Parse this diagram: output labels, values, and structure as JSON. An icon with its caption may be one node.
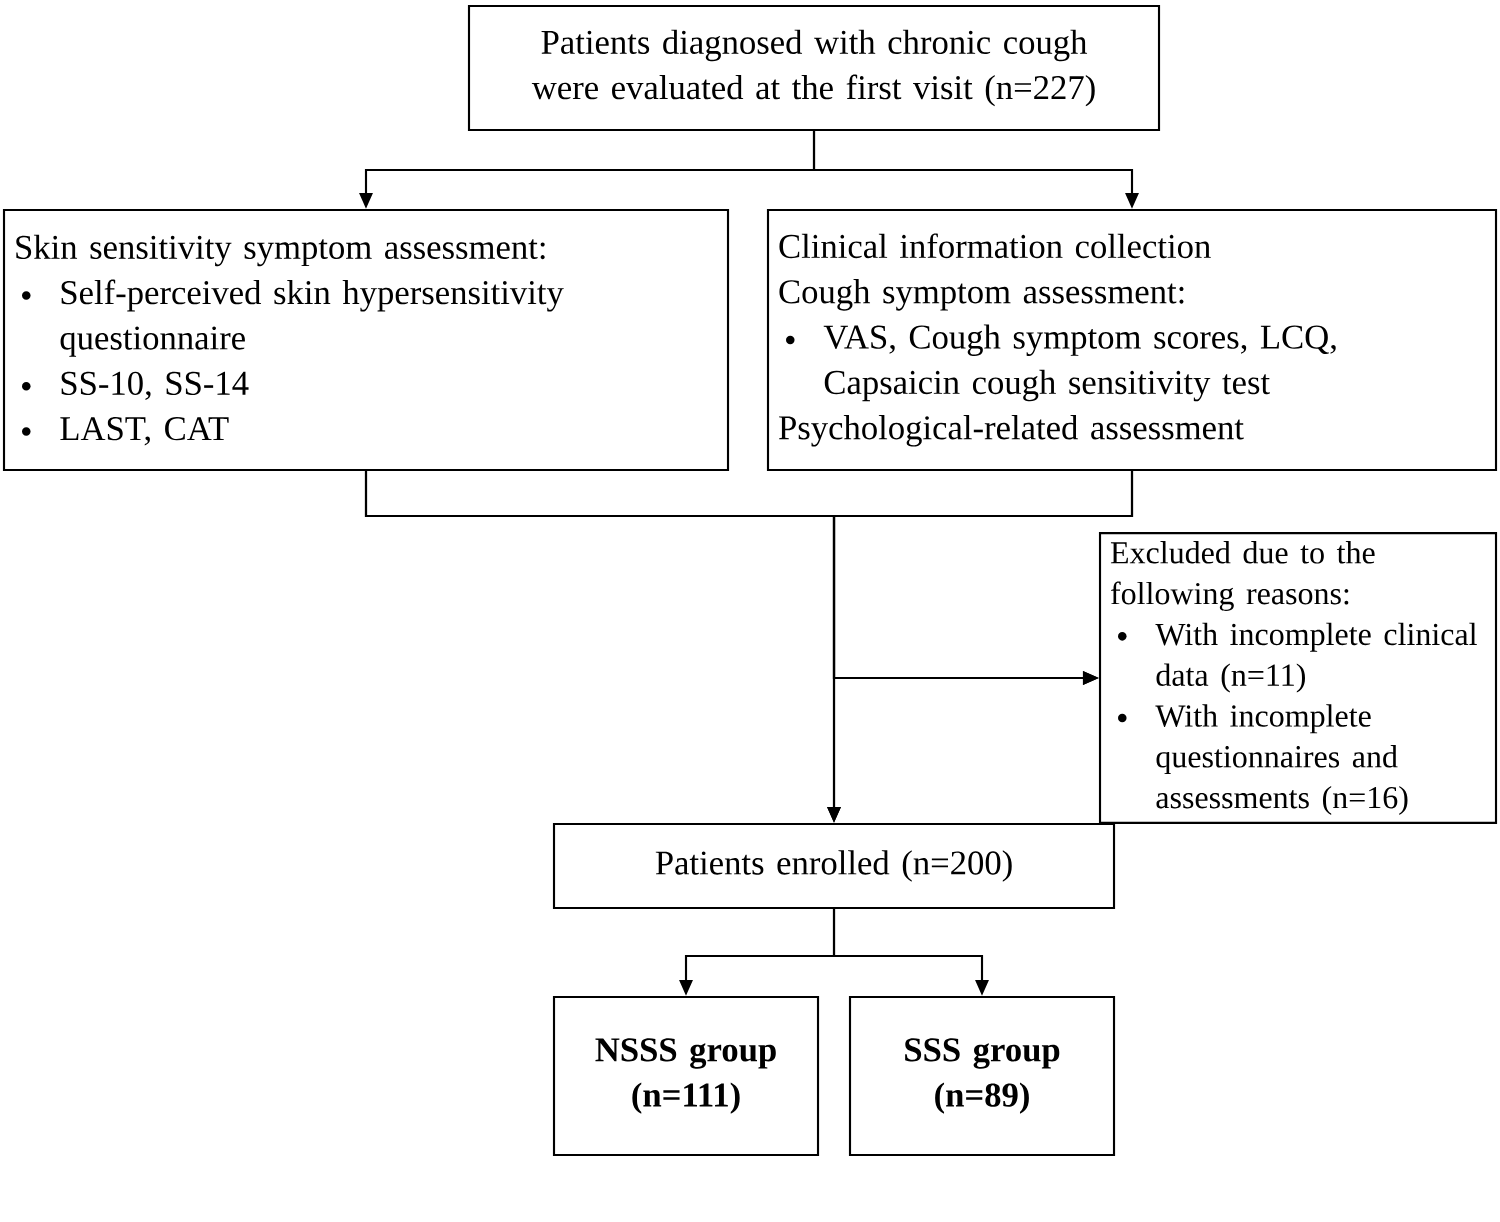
{
  "diagram": {
    "nodes": [
      {
        "text": [
          "Patients diagnosed with chronic cough were evaluated at the first visit (n=227)"
        ]
      },
      {
        "text": [
          "Skin sensitivity symptom assessment:",
          "Self-perceived skin hypersensitivity questionnaire",
          "SS-10, SS-14",
          "LAST, CAT"
        ]
      },
      {
        "text": [
          "Clinical information collection",
          "Cough symptom assessment:",
          "VAS, Cough symptom scores, LCQ, Capsaicin cough sensitivity test",
          "Psychological-related assessment"
        ]
      },
      {
        "text": [
          "Excluded due to the following reasons:",
          "With incomplete clinical data (n=11)",
          "With incomplete questionnaires and assessments (n=16)"
        ]
      },
      {
        "text": [
          "Patients enrolled (n=200)"
        ]
      },
      {
        "text": [
          "NSSS group (n=111)"
        ]
      },
      {
        "text": [
          "SSS group (n=89)"
        ]
      }
    ],
    "edges": [
      {
        "from": 0,
        "to": 1,
        "arrow": "to"
      },
      {
        "from": 0,
        "to": 2,
        "arrow": "to"
      },
      {
        "from": 1,
        "to": 3,
        "arrow": "to"
      },
      {
        "from": 2,
        "to": 3,
        "arrow": "to"
      },
      {
        "from": 1,
        "to": 4,
        "arrow": "to"
      },
      {
        "from": 2,
        "to": 4,
        "arrow": "to"
      },
      {
        "from": 4,
        "to": 5,
        "arrow": "to"
      },
      {
        "from": 4,
        "to": 6,
        "arrow": "to"
      }
    ]
  }
}
